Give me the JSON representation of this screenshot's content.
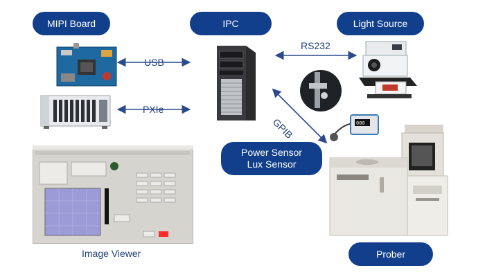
{
  "labels": {
    "mipi_board": "MIPI Board",
    "ipc": "IPC",
    "light_source": "Light Source",
    "power_sensor_line1": "Power Sensor",
    "power_sensor_line2": "Lux Sensor",
    "prober": "Prober",
    "image_viewer": "Image Viewer"
  },
  "connections": {
    "usb": "USB",
    "pxie": "PXIe",
    "rs232": "RS232",
    "gpib": "GPIB"
  },
  "colors": {
    "pill_bg": "#123f8c",
    "pill_text": "#ffffff",
    "label_text": "#1d3f7a",
    "arrow": "#2a4a8c"
  },
  "icons": [
    "mipi-board-image",
    "pxie-chassis-image",
    "ipc-tower-image",
    "light-source-image",
    "optical-stage-image",
    "lux-sensor-image",
    "prober-machine-image",
    "image-viewer-screenshot"
  ]
}
